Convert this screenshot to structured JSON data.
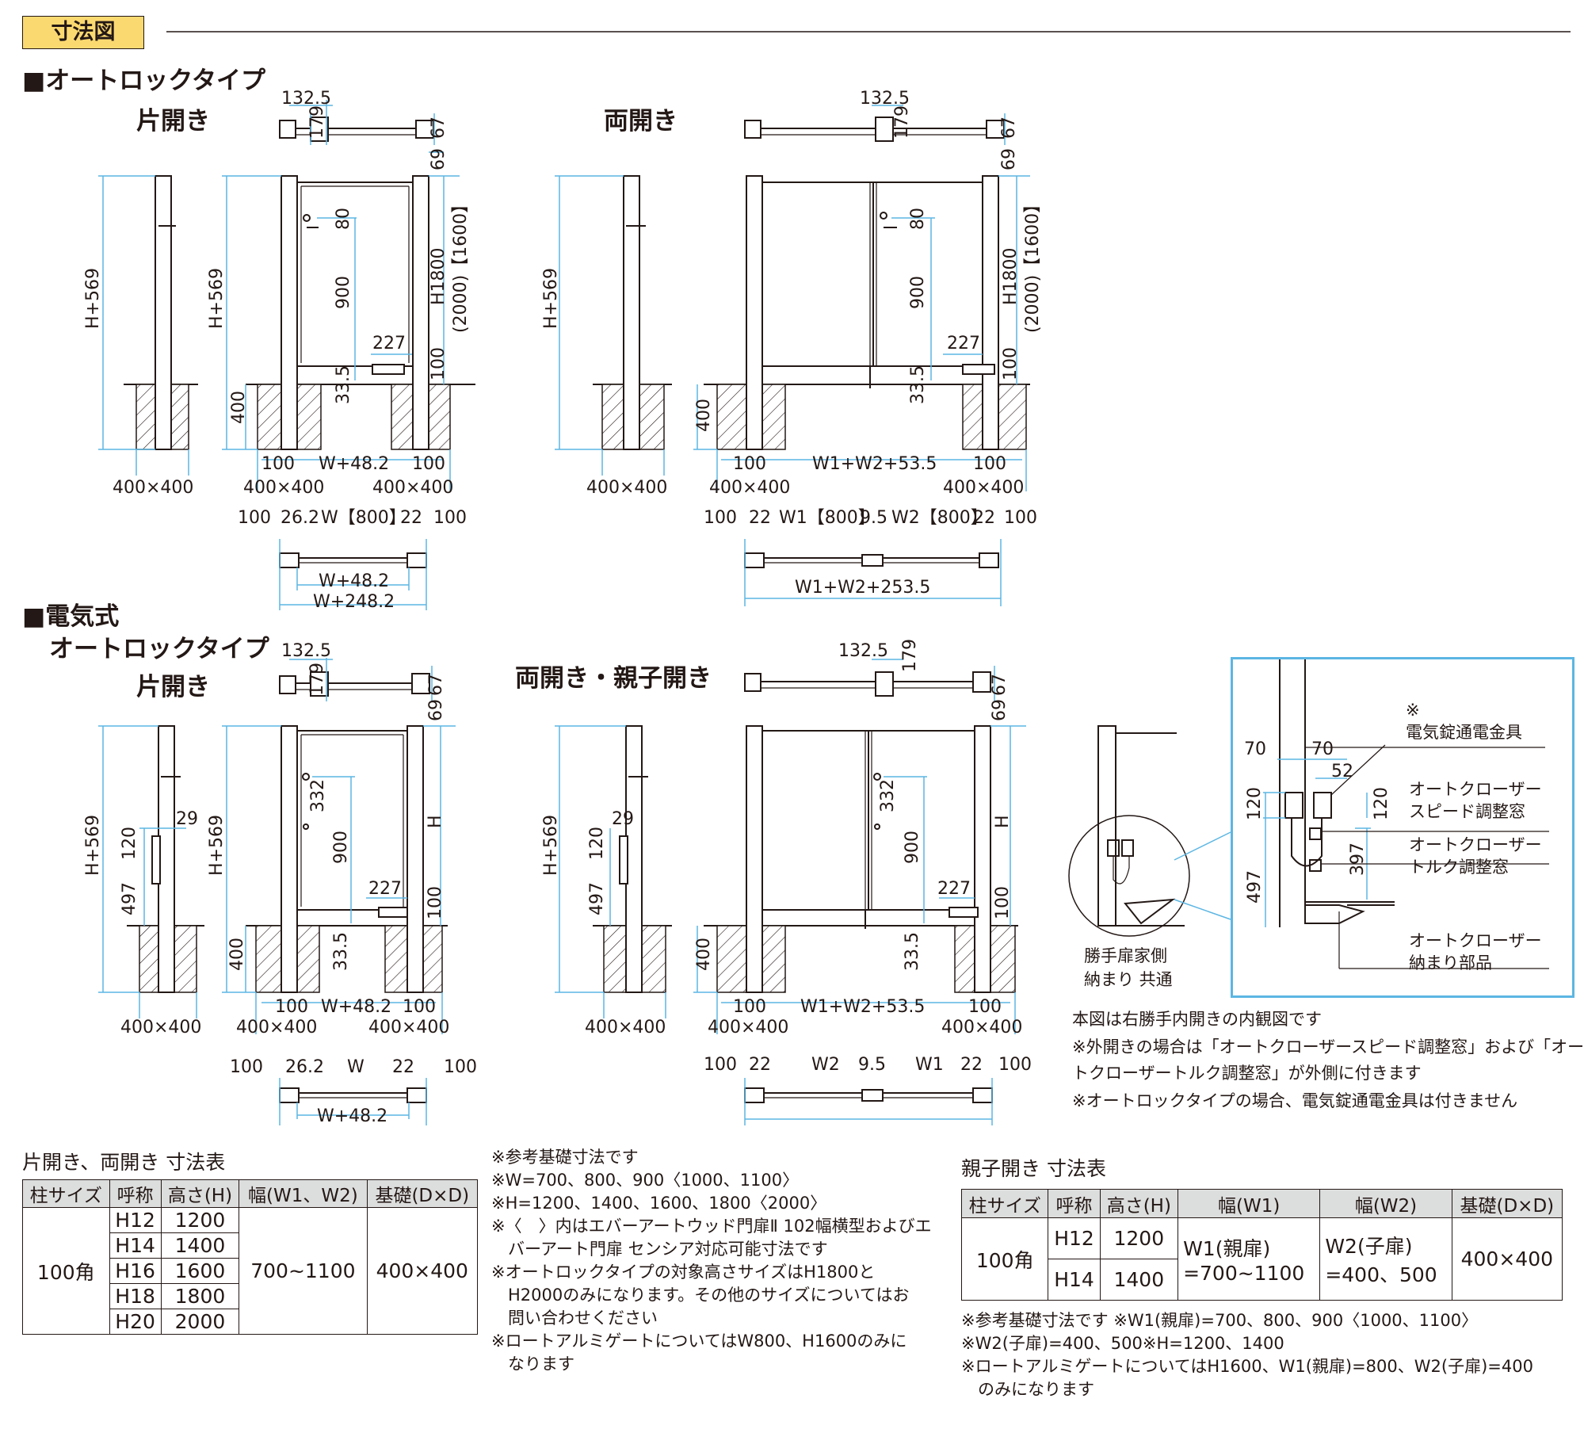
{
  "section_tag": "寸法図",
  "section_rule_color": "#231815",
  "accent_color": "#fbd971",
  "dimension_color": "#5cb6e3",
  "headings": {
    "autolock": "■オートロックタイプ",
    "autolock_single": "片開き",
    "autolock_double": "両開き",
    "electric_1": "■電気式",
    "electric_2": "オートロックタイプ",
    "electric_single": "片開き",
    "electric_double": "両開き・親子開き"
  },
  "dims": {
    "d132_5": "132.5",
    "d179": "179",
    "d67": "67",
    "d69": "69",
    "d80": "80",
    "d900": "900",
    "h1800": "H1800",
    "h2000": "(2000)【1600】",
    "d227": "227",
    "d100": "100",
    "d33_5": "33.5",
    "d400": "400",
    "h569": "H+569",
    "d400x400": "400×400",
    "w48": "W+48.2",
    "w248": "W+248.2",
    "w1w2_53": "W1+W2+53.5",
    "w1w2_253": "W1+W2+253.5",
    "d26_2": "26.2",
    "d22": "22",
    "d9_5": "9.5",
    "w800": "W【800】",
    "w1_800": "W1【800】",
    "w2_800": "W2【800】",
    "w": "W",
    "w1": "W1",
    "w2": "W2",
    "d332": "332",
    "h": "H",
    "d29": "29",
    "d120": "120",
    "d497": "497",
    "d70": "70",
    "d52": "52",
    "d397": "397"
  },
  "detail": {
    "caption_1": "勝手扉家側",
    "caption_2": "納まり 共通",
    "mark": "※",
    "lock_label": "電気錠通電金具",
    "speed_1": "オートクローザー",
    "speed_2": "スピード調整窓",
    "torque_1": "オートクローザー",
    "torque_2": "トルク調整窓",
    "part_1": "オートクローザー",
    "part_2": "納まり部品"
  },
  "right_notes": [
    "本図は右勝手内開きの内観図です",
    "※外開きの場合は「オートクローザースピード調整窓」および「オー",
    "トクローザートルク調整窓」が外側に付きます",
    "※オートロックタイプの場合、電気錠通電金具は付きません"
  ],
  "table1": {
    "title": "片開き、両開き 寸法表",
    "headers": [
      "柱サイズ",
      "呼称",
      "高さ(H)",
      "幅(W1、W2)",
      "基礎(D×D)"
    ],
    "post_size": "100角",
    "rows": [
      [
        "H12",
        "1200"
      ],
      [
        "H14",
        "1400"
      ],
      [
        "H16",
        "1600"
      ],
      [
        "H18",
        "1800"
      ],
      [
        "H20",
        "2000"
      ]
    ],
    "width": "700~1100",
    "foundation": "400×400"
  },
  "middle_notes": [
    "※参考基礎寸法です",
    "※W=700、800、900〈1000、1100〉",
    "※H=1200、1400、1600、1800〈2000〉",
    "※〈　〉内はエバーアートウッド門扉Ⅱ 102幅横型およびエ",
    "　バーアート門扉 センシア対応可能寸法です",
    "※オートロックタイプの対象高さサイズはH1800と",
    "　H2000のみになります。その他のサイズについてはお",
    "　問い合わせください",
    "※ロートアルミゲートについてはW800、H1600のみに",
    "　なります"
  ],
  "table2": {
    "title": "親子開き 寸法表",
    "headers": [
      "柱サイズ",
      "呼称",
      "高さ(H)",
      "幅(W1)",
      "幅(W2)",
      "基礎(D×D)"
    ],
    "post_size": "100角",
    "rows": [
      [
        "H12",
        "1200"
      ],
      [
        "H14",
        "1400"
      ]
    ],
    "w1_1": "W1(親扉)",
    "w1_2": "=700~1100",
    "w2_1": "W2(子扉)",
    "w2_2": "=400、500",
    "foundation": "400×400"
  },
  "bottom_notes": [
    "※参考基礎寸法です ※W1(親扉)=700、800、900〈1000、1100〉",
    "※W2(子扉)=400、500※H=1200、1400",
    "※ロートアルミゲートについてはH1600、W1(親扉)=800、W2(子扉)=400",
    "　のみになります"
  ]
}
